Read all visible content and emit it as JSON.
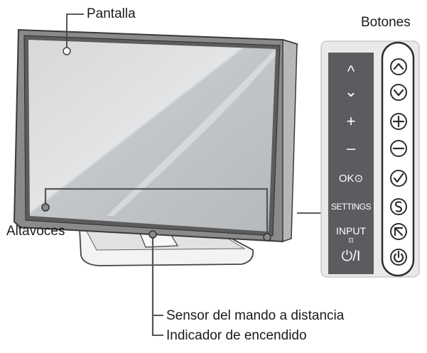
{
  "labels": {
    "screen": "Pantalla",
    "buttons": "Botones",
    "speakers": "Altavoces",
    "remote_sensor": "Sensor del mando a distancia",
    "power_indicator": "Indicador de encendido"
  },
  "panel": {
    "up": "^",
    "down": "⌄",
    "plus": "+",
    "minus": "–",
    "ok": "OK⊙",
    "settings": "SETTINGS",
    "input": "INPUT",
    "power": "⏻/I"
  },
  "colors": {
    "panel_dark": "#5a5c5f",
    "panel_light": "#e9e9e9",
    "bezel": "#5c5c5c",
    "screen": "#c6c9cc"
  }
}
